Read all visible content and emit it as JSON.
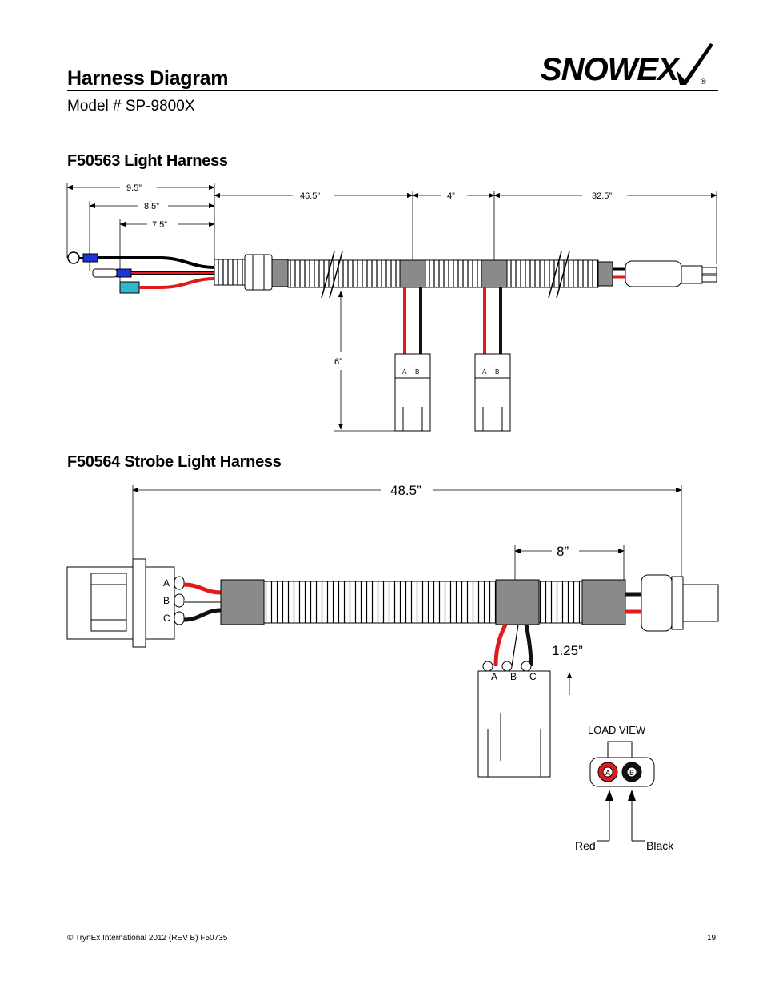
{
  "header": {
    "title": "Harness Diagram",
    "model": "Model # SP-9800X",
    "logo_text": "SNOWEX",
    "logo_reg": "®"
  },
  "sections": {
    "light_harness": {
      "title": "F50563 Light Harness",
      "dims": {
        "d1": "9.5”",
        "d2": "8.5”",
        "d3": "7.5”",
        "d4": "46.5”",
        "d5": "4”",
        "d6": "32.5”",
        "d7": "6”"
      },
      "pins": {
        "a": "A",
        "b": "B"
      }
    },
    "strobe_harness": {
      "title": "F50564 Strobe Light Harness",
      "dims": {
        "total": "48.5”",
        "gap": "8”",
        "drop": "1.25”"
      },
      "pins": {
        "a": "A",
        "b": "B",
        "c": "C"
      },
      "load_view": {
        "label": "LOAD VIEW",
        "pin_a": "A",
        "pin_b": "B",
        "red": "Red",
        "black": "Black"
      }
    }
  },
  "footer": {
    "copyright": "© TrynEx International 2012  (REV B) F50735",
    "page": "19"
  },
  "colors": {
    "red": "#e11b1b",
    "black": "#111111",
    "blue": "#1d35d6",
    "cyan": "#33b6c9",
    "gray": "#8a8a8a"
  }
}
